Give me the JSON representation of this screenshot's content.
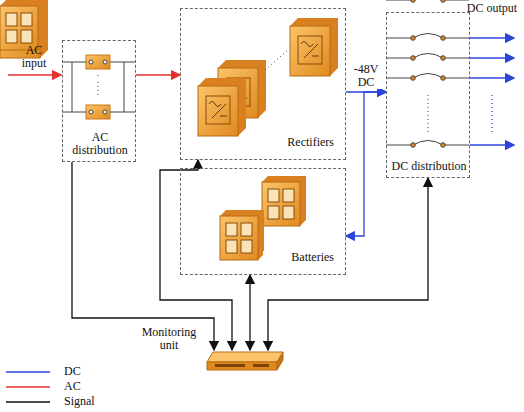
{
  "diagram": {
    "nodes": [
      {
        "text": [
          "AC distribution"
        ]
      },
      {
        "text": [
          "Rectifiers"
        ]
      },
      {
        "text": [
          "Batteries"
        ]
      },
      {
        "text": [
          "DC distribution"
        ]
      },
      {
        "text": [
          "Monitoring unit"
        ]
      }
    ],
    "edges": [
      {
        "from": 0,
        "to": 1,
        "arrow": "to"
      },
      {
        "from": 1,
        "to": 3,
        "arrow": "to",
        "label": "-48V DC"
      },
      {
        "from": 2,
        "to": 3,
        "arrow": "both"
      },
      {
        "from": 0,
        "to": 4,
        "arrow": "to"
      },
      {
        "from": 4,
        "to": 1,
        "arrow": "both"
      },
      {
        "from": 4,
        "to": 2,
        "arrow": "both"
      },
      {
        "from": 4,
        "to": 3,
        "arrow": "both"
      }
    ],
    "labels": [
      "AC input",
      "DC output"
    ],
    "legend": [
      {
        "text": "DC"
      },
      {
        "text": "AC"
      },
      {
        "text": "Signal"
      }
    ]
  }
}
